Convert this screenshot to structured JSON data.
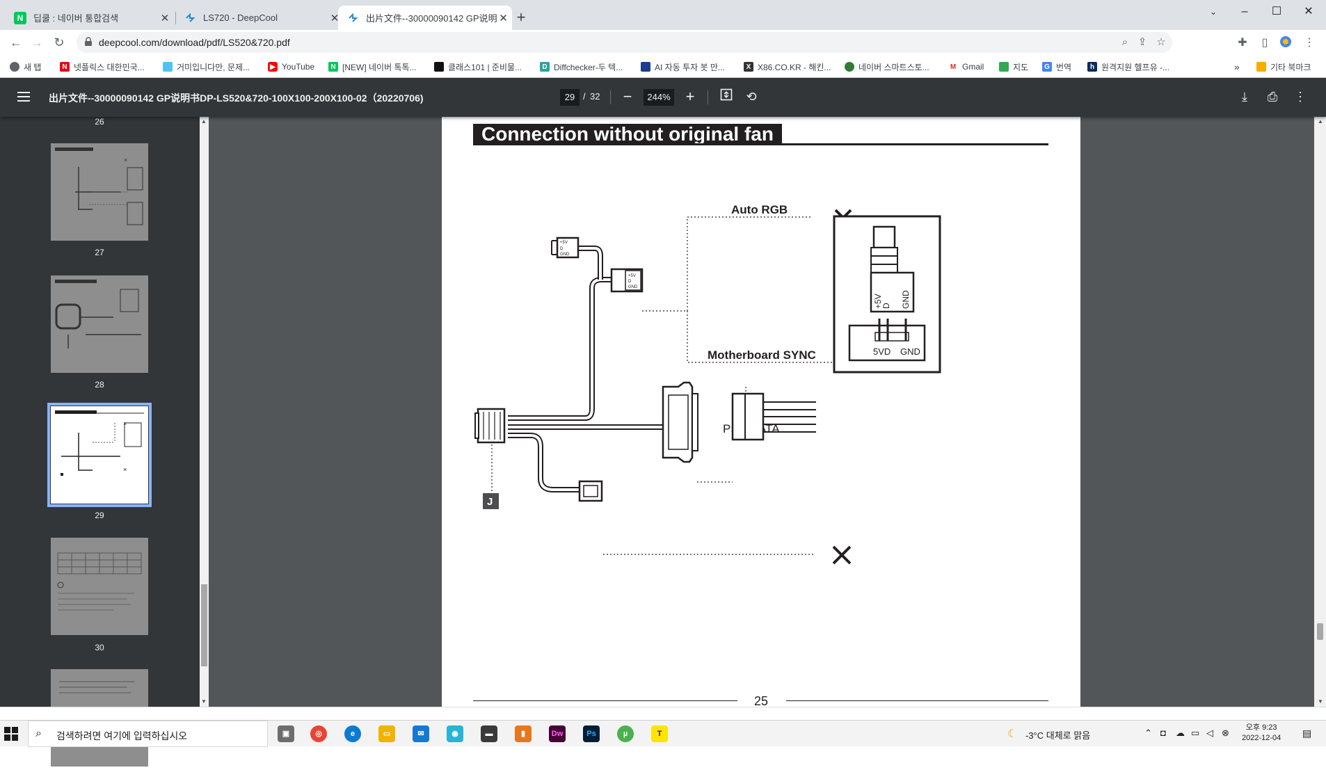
{
  "browser": {
    "tabs": [
      {
        "title": "딥쿨 : 네이버 통합검색",
        "favicon": "naver-icon",
        "active": false
      },
      {
        "title": "LS720 - DeepCool",
        "favicon": "deepcool-icon",
        "active": false
      },
      {
        "title": "出片文件--30000090142 GP说明",
        "favicon": "deepcool-icon",
        "active": true
      }
    ],
    "url": "deepcool.com/download/pdf/LS520&720.pdf"
  },
  "bookmarks": [
    {
      "label": "새 탭",
      "icon": "globe-icon"
    },
    {
      "label": "넷플릭스 대한민국...",
      "icon": "netflix-icon"
    },
    {
      "label": "거미입니다만, 문제...",
      "icon": "image-icon"
    },
    {
      "label": "YouTube",
      "icon": "youtube-icon"
    },
    {
      "label": "[NEW] 네이버 톡톡...",
      "icon": "naver-icon"
    },
    {
      "label": "클래스101 | 준비물...",
      "icon": "class101-icon"
    },
    {
      "label": "Diffchecker-두 텍...",
      "icon": "diffchecker-icon"
    },
    {
      "label": "AI 자동 투자 봇 만...",
      "icon": "ai-icon"
    },
    {
      "label": "X86.CO.KR - 해킨...",
      "icon": "x86-icon"
    },
    {
      "label": "네이버 스마트스토...",
      "icon": "smartstore-icon"
    },
    {
      "label": "Gmail",
      "icon": "gmail-icon"
    },
    {
      "label": "지도",
      "icon": "maps-icon"
    },
    {
      "label": "번역",
      "icon": "translate-icon"
    },
    {
      "label": "원격지원 헬프유 -...",
      "icon": "helpu-icon"
    }
  ],
  "bookmarks_more": "»",
  "bookmarks_other": "기타 북마크",
  "pdf": {
    "title": "出片文件--30000090142 GP说明书DP-LS520&720-100X100-200X100-02（20220706)",
    "current_page": "29",
    "page_separator": "/",
    "total_pages": "32",
    "zoom": "244%"
  },
  "thumbnails": [
    {
      "page": "26"
    },
    {
      "page": "27"
    },
    {
      "page": "28"
    },
    {
      "page": "29"
    },
    {
      "page": "30"
    }
  ],
  "page": {
    "heading": "Connection without original fan",
    "labels": {
      "auto_rgb": "Auto RGB",
      "mb_sync": "Motherboard SYNC",
      "psu_sata": "PSU SATA",
      "connector_j": "J",
      "pin_5v": "+5V",
      "pin_d": "D",
      "pin_gnd": "GND",
      "header_5vd": "5VD",
      "header_gnd": "GND"
    },
    "page_number": "25"
  },
  "taskbar": {
    "search_placeholder": "검색하려면 여기에 입력하십시오",
    "weather": "-3°C  대체로 맑음",
    "time": "오후 9:23",
    "date": "2022-12-04"
  }
}
